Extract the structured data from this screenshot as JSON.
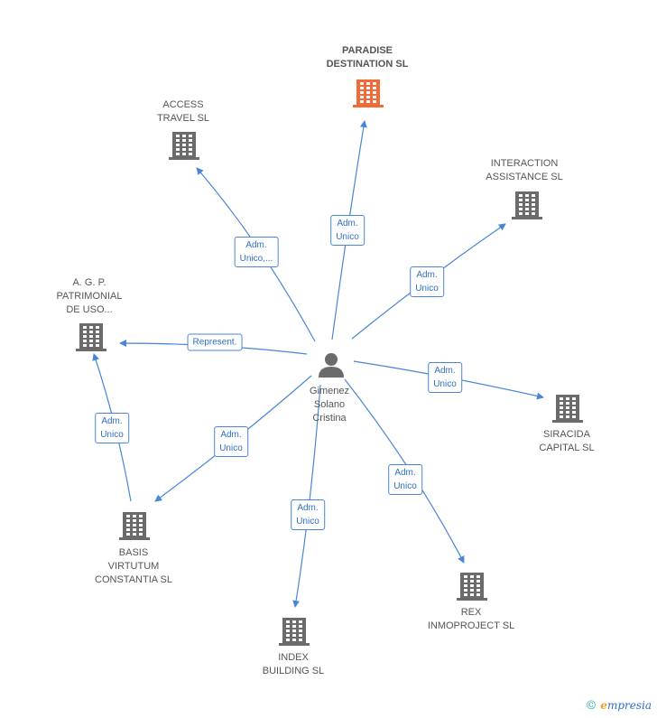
{
  "center": {
    "label": [
      "Gimenez",
      "Solano",
      "Cristina"
    ]
  },
  "colors": {
    "edge": "#4a86d8",
    "building": "#6b6b6b",
    "highlight": "#f26a38",
    "person": "#6b6b6b"
  },
  "nodes": [
    {
      "id": "paradise",
      "label": [
        "PARADISE",
        "DESTINATION SL"
      ],
      "highlight": true
    },
    {
      "id": "access",
      "label": [
        "ACCESS",
        "TRAVEL SL"
      ]
    },
    {
      "id": "interaction",
      "label": [
        "INTERACTION",
        "ASSISTANCE SL"
      ]
    },
    {
      "id": "agp",
      "label": [
        "A. G. P.",
        "PATRIMONIAL",
        "DE USO..."
      ]
    },
    {
      "id": "siracida",
      "label": [
        "SIRACIDA",
        "CAPITAL SL"
      ]
    },
    {
      "id": "basis",
      "label": [
        "BASIS",
        "VIRTUTUM",
        "CONSTANTIA SL"
      ]
    },
    {
      "id": "rex",
      "label": [
        "REX",
        "INMOPROJECT SL"
      ]
    },
    {
      "id": "index",
      "label": [
        "INDEX",
        "BUILDING SL"
      ]
    }
  ],
  "edges": [
    {
      "from": "center",
      "to": "paradise",
      "label": [
        "Adm.",
        "Unico"
      ]
    },
    {
      "from": "center",
      "to": "access",
      "label": [
        "Adm.",
        "Unico,..."
      ]
    },
    {
      "from": "center",
      "to": "interaction",
      "label": [
        "Adm.",
        "Unico"
      ]
    },
    {
      "from": "center",
      "to": "agp",
      "label": [
        "Represent."
      ]
    },
    {
      "from": "center",
      "to": "siracida",
      "label": [
        "Adm.",
        "Unico"
      ]
    },
    {
      "from": "center",
      "to": "basis",
      "label": [
        "Adm.",
        "Unico"
      ]
    },
    {
      "from": "center",
      "to": "rex",
      "label": [
        "Adm.",
        "Unico"
      ]
    },
    {
      "from": "center",
      "to": "index",
      "label": [
        "Adm.",
        "Unico"
      ]
    },
    {
      "from": "basis",
      "to": "agp",
      "label": [
        "Adm.",
        "Unico"
      ]
    }
  ],
  "brand": {
    "copyright": "©",
    "e": "e",
    "rest": "mpresia"
  }
}
